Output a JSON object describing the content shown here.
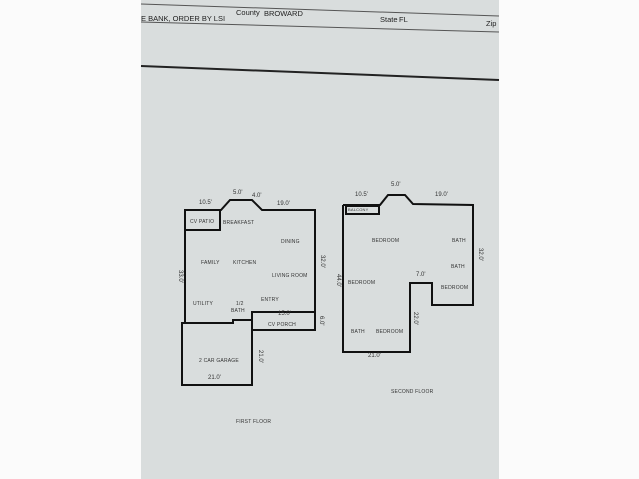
{
  "header": {
    "county_label": "County",
    "county": "BROWARD",
    "order_text": "E BANK, ORDER BY LSI",
    "state_label": "State",
    "state": "FL",
    "zip_label": "Zip"
  },
  "first_floor": {
    "title": "FIRST FLOOR",
    "rooms": [
      "CV PATIO",
      "BREAKFAST",
      "DINING",
      "FAMILY",
      "KITCHEN",
      "LIVING ROOM",
      "UTILITY",
      "1/2",
      "BATH",
      "ENTRY",
      "CV PORCH",
      "2 CAR GARAGE"
    ],
    "dims": [
      "10.5'",
      "5.0'",
      "4.0'",
      "19.0'",
      "33.0'",
      "32.0'",
      "15.0'",
      "6.0'",
      "21.0'",
      "21.0'"
    ]
  },
  "second_floor": {
    "title": "SECOND FLOOR",
    "rooms": [
      "BALCONY",
      "BEDROOM",
      "BATH",
      "BATH",
      "BEDROOM",
      "BEDROOM",
      "BATH",
      "BEDROOM"
    ],
    "dims": [
      "10.5'",
      "5.0'",
      "19.0'",
      "32.0'",
      "44.0'",
      "7.0'",
      "22.0'",
      "21.0'"
    ]
  }
}
